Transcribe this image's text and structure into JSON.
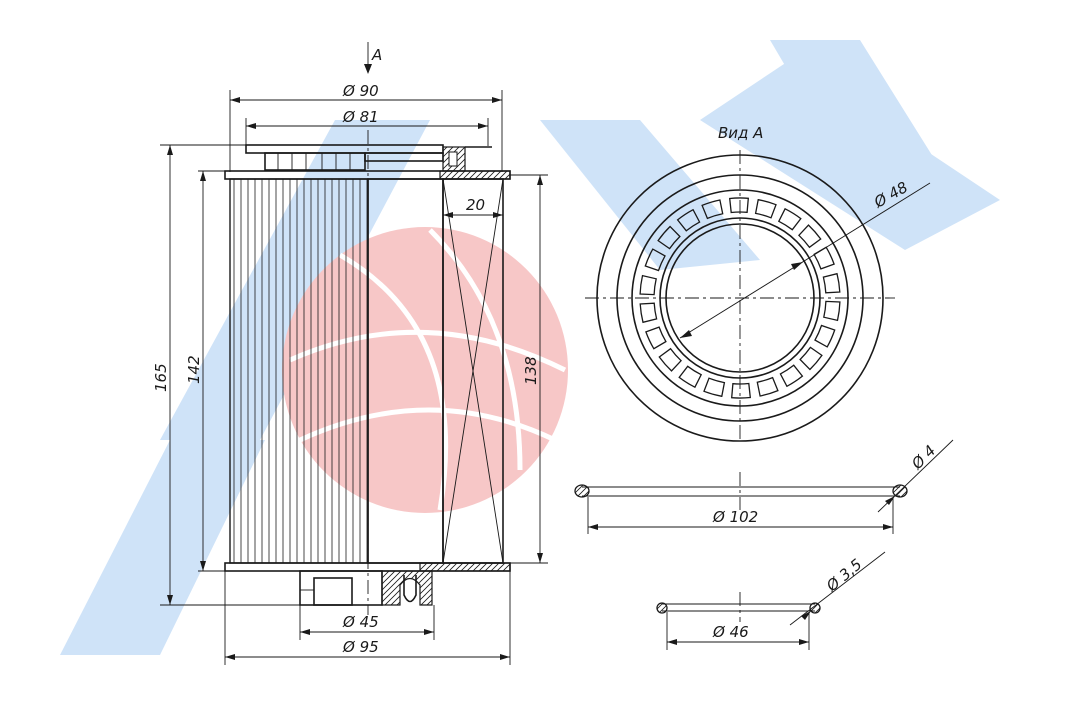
{
  "view_title": "Вид А",
  "section_marker": "A",
  "dimensions": {
    "d90": "Ø 90",
    "d81": "Ø 81",
    "d45": "Ø 45",
    "d95": "Ø 95",
    "h165": "165",
    "h142": "142",
    "h138": "138",
    "w20": "20",
    "d48": "Ø 48",
    "d4": "Ø 4",
    "d102": "Ø 102",
    "d35": "Ø 3,5",
    "d46": "Ø 46"
  },
  "colors": {
    "watermark_blue": "#cfe3f8",
    "watermark_red": "#f7c7c7",
    "line": "#1a1a1a"
  }
}
